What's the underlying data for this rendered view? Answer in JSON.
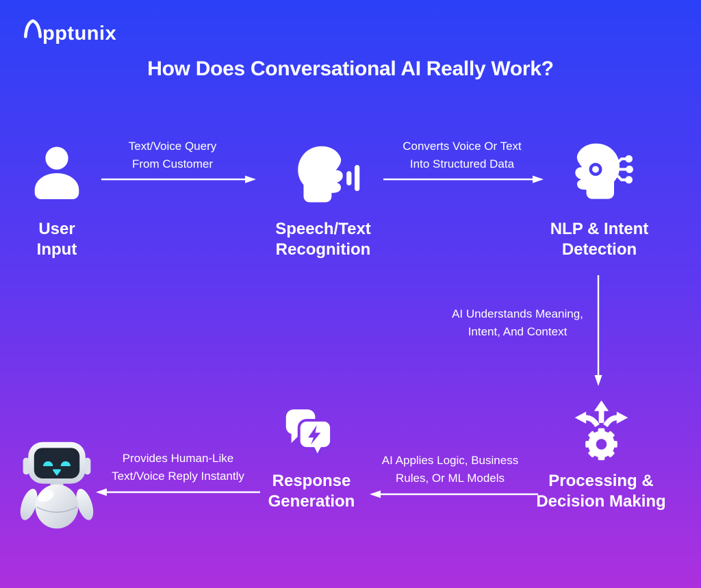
{
  "brand": {
    "name": "Apptunix",
    "logo_text_rest": "pptunix"
  },
  "title": "How Does Conversational AI Really Work?",
  "colors": {
    "background_top": "#2b41f7",
    "background_mid": "#5e38f0",
    "background_bottom": "#ad30de",
    "text": "#ffffff",
    "robot_screen": "#1e2734",
    "robot_eyes": "#3ee2ee"
  },
  "nodes": [
    {
      "id": "user-input",
      "label": "User Input",
      "label_lines": [
        "User",
        "Input"
      ],
      "icon": "user-icon"
    },
    {
      "id": "speech-text-recognition",
      "label": "Speech/Text Recognition",
      "label_lines": [
        "Speech/Text",
        "Recognition"
      ],
      "icon": "speaking-head-icon"
    },
    {
      "id": "nlp-intent-detection",
      "label": "NLP & Intent Detection",
      "label_lines": [
        "NLP & Intent",
        "Detection"
      ],
      "icon": "ai-head-circuit-icon"
    },
    {
      "id": "processing-decision-making",
      "label": "Processing & Decision Making",
      "label_lines": [
        "Processing &",
        "Decision Making"
      ],
      "icon": "gear-decision-arrows-icon"
    },
    {
      "id": "response-generation",
      "label": "Response Generation",
      "label_lines": [
        "Response",
        "Generation"
      ],
      "icon": "chat-bubbles-bolt-icon"
    },
    {
      "id": "chatbot-mascot",
      "label": "",
      "icon": "robot-mascot"
    }
  ],
  "edges": [
    {
      "from": "user-input",
      "to": "speech-text-recognition",
      "direction": "right",
      "label": "Text/Voice Query From Customer",
      "label_lines": [
        "Text/Voice Query",
        "From Customer"
      ]
    },
    {
      "from": "speech-text-recognition",
      "to": "nlp-intent-detection",
      "direction": "right",
      "label": "Converts Voice Or Text Into Structured Data",
      "label_lines": [
        "Converts Voice Or Text",
        "Into Structured Data"
      ]
    },
    {
      "from": "nlp-intent-detection",
      "to": "processing-decision-making",
      "direction": "down",
      "label": "AI Understands Meaning, Intent, And Context",
      "label_lines": [
        "AI Understands Meaning,",
        "Intent, And Context"
      ]
    },
    {
      "from": "processing-decision-making",
      "to": "response-generation",
      "direction": "left",
      "label": "AI Applies Logic, Business Rules, Or ML Models",
      "label_lines": [
        "AI Applies Logic, Business",
        "Rules, Or ML Models"
      ]
    },
    {
      "from": "response-generation",
      "to": "chatbot-mascot",
      "direction": "left",
      "label": "Provides Human-Like Text/Voice Reply Instantly",
      "label_lines": [
        "Provides Human-Like",
        "Text/Voice Reply Instantly"
      ]
    }
  ]
}
